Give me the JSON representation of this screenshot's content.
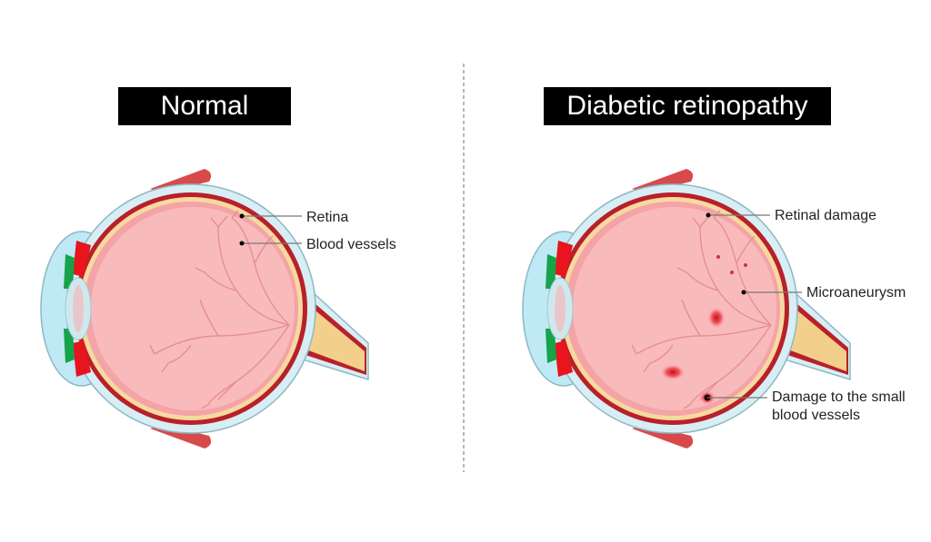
{
  "titles": {
    "normal": "Normal",
    "diabetic": "Diabetic retinopathy"
  },
  "normal_labels": {
    "retina": "Retina",
    "blood_vessels": "Blood vessels"
  },
  "diabetic_labels": {
    "retinal_damage": "Retinal damage",
    "microaneurysm": "Microaneurysm",
    "small_vessels_line1": "Damage to the small",
    "small_vessels_line2": "blood vessels"
  },
  "colors": {
    "sclera": "#d7eef4",
    "choroid": "#c4262e",
    "retina": "#f6d9a0",
    "vitreous": "#f9b9bb",
    "iris": "#16a34a",
    "cornea": "#a9e3f2",
    "lesion": "#e0202a"
  }
}
